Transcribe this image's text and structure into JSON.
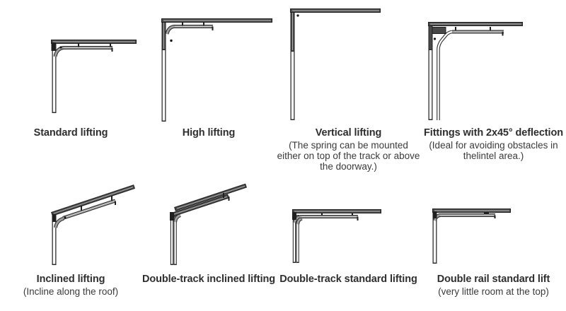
{
  "figure": {
    "colors": {
      "background": "#ffffff",
      "track_dark": "#4a4a4a",
      "track_outline": "#1f1f1f",
      "rail_gray": "#9f9f9f",
      "channel_white": "#ffffff",
      "text": "#2e2e2e"
    },
    "cells": [
      {
        "id": "standard-lifting",
        "title": "Standard lifting",
        "subtitle": ""
      },
      {
        "id": "high-lifting",
        "title": "High lifting",
        "subtitle": ""
      },
      {
        "id": "vertical-lifting",
        "title": "Vertical lifting",
        "subtitle": "(The spring can be mounted either on top of the track or above the doorway.)"
      },
      {
        "id": "fittings-2x45-deflection",
        "title": "Fittings with 2x45° deflection",
        "subtitle": "(Ideal for avoiding obstacles in thelintel area.)"
      },
      {
        "id": "inclined-lifting",
        "title": "Inclined lifting",
        "subtitle": "(Incline along the roof)"
      },
      {
        "id": "double-track-inclined-lifting",
        "title": "Double-track inclined lifting",
        "subtitle": ""
      },
      {
        "id": "double-track-standard-lifting",
        "title": "Double-track standard lifting",
        "subtitle": ""
      },
      {
        "id": "double-rail-standard-lift",
        "title": "Double rail standard lift",
        "subtitle": "(very little room at the top)"
      }
    ]
  }
}
